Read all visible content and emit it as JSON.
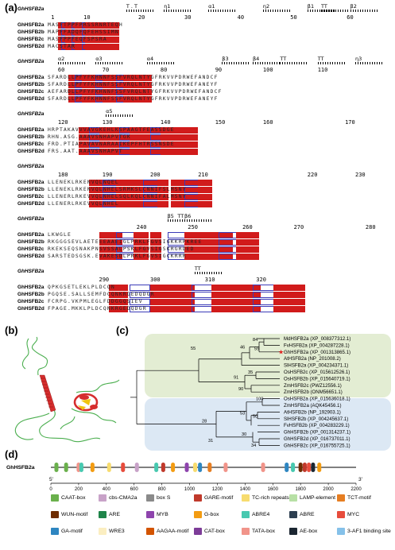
{
  "figure": {
    "labels": {
      "a": "(a)",
      "b": "(b)",
      "c": "(c)",
      "d": "(d)"
    }
  },
  "alignment": {
    "ref_name": "GhHSFB2a",
    "names": [
      "GhHSFB2a",
      "GhHSFB2b",
      "GhHSFB2c",
      "GhHSFB2d"
    ],
    "blocks": [
      {
        "ruler": [
          {
            "n": "1",
            "p": 0.01
          },
          {
            "n": "10",
            "p": 0.105
          },
          {
            "n": "20",
            "p": 0.265
          },
          {
            "n": "30",
            "p": 0.4
          },
          {
            "n": "40",
            "p": 0.555
          },
          {
            "n": "50",
            "p": 0.71
          },
          {
            "n": "60",
            "p": 0.875
          }
        ],
        "ss_labels": [
          {
            "t": "T . T",
            "p": 0.23
          },
          {
            "t": "η1",
            "p": 0.34
          },
          {
            "t": "α1",
            "p": 0.47
          },
          {
            "t": "η2",
            "p": 0.63
          },
          {
            "t": "β1",
            "p": 0.76
          },
          {
            "t": "TT",
            "p": 0.8
          },
          {
            "t": "β2",
            "p": 0.885
          }
        ],
        "rows": [
          "MASFTPPFPRSSRNRTEQH",
          "MAPFFADQFQFEHSSIMN",
          "MASFPPFEQFSPSRA",
          "MACSTAR"
        ]
      },
      {
        "ruler": [
          {
            "n": "60",
            "p": 0.03
          },
          {
            "n": "70",
            "p": 0.16
          },
          {
            "n": "80",
            "p": 0.33
          },
          {
            "n": "90",
            "p": 0.49
          },
          {
            "n": "100",
            "p": 0.63
          },
          {
            "n": "110",
            "p": 0.79
          }
        ],
        "ss_labels": [
          {
            "t": "α2",
            "p": 0.03
          },
          {
            "t": "α3",
            "p": 0.14
          },
          {
            "t": "α4",
            "p": 0.29
          },
          {
            "t": "β3",
            "p": 0.51
          },
          {
            "t": "β4",
            "p": 0.6
          },
          {
            "t": "TT",
            "p": 0.68
          },
          {
            "t": "TT",
            "p": 0.79
          },
          {
            "t": "η3",
            "p": 0.9
          }
        ],
        "rows": [
          "SFARDLLPFYFKHNNFSSFVRQLNTYGFRKVVPDRWEFANDCF",
          "SFARDLLPFYFKHNNFSSFVRQLNTYGFRKVVPDRWEFANEYF",
          "AEFARDLLPFYFKHNNFSSFVRQLNTYGFRKVVPDRWEFANDCF",
          "SFARDLLPFYFKHNNFSSFVRQLNTYGFRKVVPDRWEFANEYF"
        ]
      },
      {
        "ruler": [
          {
            "n": "120",
            "p": 0.03
          },
          {
            "n": "130",
            "p": 0.16
          },
          {
            "n": "140",
            "p": 0.33
          },
          {
            "n": "150",
            "p": 0.49
          },
          {
            "n": "160",
            "p": 0.63
          },
          {
            "n": "170",
            "p": 0.87
          }
        ],
        "ss_labels": [
          {
            "t": "α5",
            "p": 0.17
          }
        ],
        "rows": [
          "HRPTAKAVVVAVGKEHLKSPAAGTFEASSDGE",
          "RHN.ASG.AAAVSNHAPVTGK",
          "FRD.PTIAPAVAVNARAAIKEPFHTRSSNSDE",
          "FRS.AAT.AAAVSNHAPVT"
        ]
      },
      {
        "ruler": [
          {
            "n": "180",
            "p": 0.03
          },
          {
            "n": "190",
            "p": 0.16
          },
          {
            "n": "200",
            "p": 0.3
          },
          {
            "n": "210",
            "p": 0.44
          },
          {
            "n": "220",
            "p": 0.76
          },
          {
            "n": "230",
            "p": 0.9
          }
        ],
        "ss_labels": [],
        "rows": [
          "LLENEKLRKENVQLNQEL",
          "LLENEKLRKENVQLNHELSRMKSLCNNIFSLMSNY",
          "LLENERLRKEVVQLNHELSQLKQLCNNIFALMSNY",
          "LLENERLRKEVVQLNHEL"
        ]
      },
      {
        "ruler": [
          {
            "n": "240",
            "p": 0.26
          },
          {
            "n": "250",
            "p": 0.41
          },
          {
            "n": "260",
            "p": 0.57
          },
          {
            "n": "270",
            "p": 0.72
          },
          {
            "n": "280",
            "p": 0.93
          }
        ],
        "ss_labels": [
          {
            "t": "β5",
            "p": 0.35
          },
          {
            "t": "β6",
            "p": 0.4
          },
          {
            "t": "TT",
            "p": 0.38
          }
        ],
        "rows": [
          "LKWGLE",
          "RKGGGSEVLAETEEEAAEIGLPRKLFGVSIGKKRPKREE",
          "RKEKSEQSNAKPNSVSSALPSKLFGVSIGSKRGRDED",
          "SARSTEDSGSK.EVAKESDLPRKLFGVSIGCKRRR"
        ]
      },
      {
        "ruler": [
          {
            "n": "290",
            "p": 0.15
          },
          {
            "n": "300",
            "p": 0.3
          },
          {
            "n": "310",
            "p": 0.46
          },
          {
            "n": "320",
            "p": 0.61
          }
        ],
        "ss_labels": [
          {
            "t": "TT",
            "p": 0.43
          }
        ],
        "rows": [
          "QPKGSETLEKLPLDCQN",
          "PGQSE.SALLSEMFDCQNKRGEDQDGR",
          "FCRPG.VKPMLEGLFDDGGQSIEV",
          "FPAGE.MKKLPLDCQNKRGEDQDGR"
        ]
      }
    ]
  },
  "tree": {
    "leaves": [
      "MdHSFB2a (XP_008377312.1)",
      "FvHSFB2a (XP_004287228.1)",
      "GhHSFB2a (XP_001313865.1)",
      "AtHSFB2a (NP_201008.2)",
      "SlHSFB2a (XP_004234371.1)",
      "OsHSFB2c (XP_015612526.1)",
      "OsHSFB2b (XP_015640719.1)",
      "ZmHSFB2c (PWZ12556.1)",
      "ZmHSFB2b (ONM56651.1)",
      "OsHSFB2a (XP_015636018.1)",
      "ZmHSFB2a (AQK45456.1)",
      "AtHSFB2b (NP_192903.1)",
      "SlHSFB2b (XP_004245637.1)",
      "FvHSFB2b (XP_004283229.1)",
      "GhHSFB2b (XP_001314237.1)",
      "GhHSFB2d (XP_016737011.1)",
      "GhHSFB2c (XP_016755725.1)"
    ],
    "highlight_leaf": "GhHSFB2a (XP_001313865.1)",
    "bootstrap": [
      "84",
      "59",
      "46",
      "55",
      "35",
      "91",
      "90",
      "100",
      "50",
      "53",
      "28",
      "31",
      "30",
      "34"
    ],
    "colors": {
      "group1": "#e3edd3",
      "group2": "#dce8f4",
      "star": "#e02020"
    }
  },
  "promoter": {
    "gene": "GhHSFB2a",
    "prime5": "5'",
    "prime3": "3'",
    "ticks": [
      "0",
      "200",
      "400",
      "600",
      "800",
      "1000",
      "1200",
      "1400",
      "1600",
      "1800",
      "2000",
      "2200"
    ],
    "elements": [
      {
        "name": "CAAT-box",
        "color": "#6ab04c"
      },
      {
        "name": "cbs-CMA2a",
        "color": "#c8a2c8"
      },
      {
        "name": "box S",
        "color": "#8a8a8a"
      },
      {
        "name": "GARE-motif",
        "color": "#c0392b"
      },
      {
        "name": "TC-rich repeats",
        "color": "#f7dc6f"
      },
      {
        "name": "LAMP-element",
        "color": "#b7e0a5"
      },
      {
        "name": "TCT-motif",
        "color": "#e67e22"
      },
      {
        "name": "WUN-motif",
        "color": "#6e2c00"
      },
      {
        "name": "ARE",
        "color": "#1e8449"
      },
      {
        "name": "MYB",
        "color": "#8e44ad"
      },
      {
        "name": "G-box",
        "color": "#f39c12"
      },
      {
        "name": "ABRE4",
        "color": "#48c9b0"
      },
      {
        "name": "ABRE",
        "color": "#2c3e50"
      },
      {
        "name": "MYC",
        "color": "#e74c3c"
      },
      {
        "name": "GA-motif",
        "color": "#2e86c1"
      },
      {
        "name": "WRE3",
        "color": "#fbeec1"
      },
      {
        "name": "AAGAA-motif",
        "color": "#d35400"
      },
      {
        "name": "CAT-box",
        "color": "#7d3c98"
      },
      {
        "name": "TATA-box",
        "color": "#f1948a"
      },
      {
        "name": "AE-box",
        "color": "#1b2631"
      },
      {
        "name": "3-AF1 binding site",
        "color": "#85c1e9"
      }
    ],
    "sites": [
      {
        "pos": 40,
        "el": 0
      },
      {
        "pos": 110,
        "el": 0
      },
      {
        "pos": 200,
        "el": 18
      },
      {
        "pos": 220,
        "el": 11
      },
      {
        "pos": 300,
        "el": 10
      },
      {
        "pos": 420,
        "el": 4
      },
      {
        "pos": 520,
        "el": 13
      },
      {
        "pos": 620,
        "el": 1
      },
      {
        "pos": 760,
        "el": 11
      },
      {
        "pos": 810,
        "el": 3
      },
      {
        "pos": 880,
        "el": 10
      },
      {
        "pos": 980,
        "el": 9
      },
      {
        "pos": 1040,
        "el": 4
      },
      {
        "pos": 1075,
        "el": 14
      },
      {
        "pos": 1145,
        "el": 6
      },
      {
        "pos": 1260,
        "el": 18
      },
      {
        "pos": 1530,
        "el": 18
      },
      {
        "pos": 1700,
        "el": 14
      },
      {
        "pos": 1745,
        "el": 11
      },
      {
        "pos": 1800,
        "el": 7
      },
      {
        "pos": 1830,
        "el": 3
      },
      {
        "pos": 1860,
        "el": 13
      },
      {
        "pos": 1890,
        "el": 19
      },
      {
        "pos": 1935,
        "el": 10
      }
    ]
  }
}
